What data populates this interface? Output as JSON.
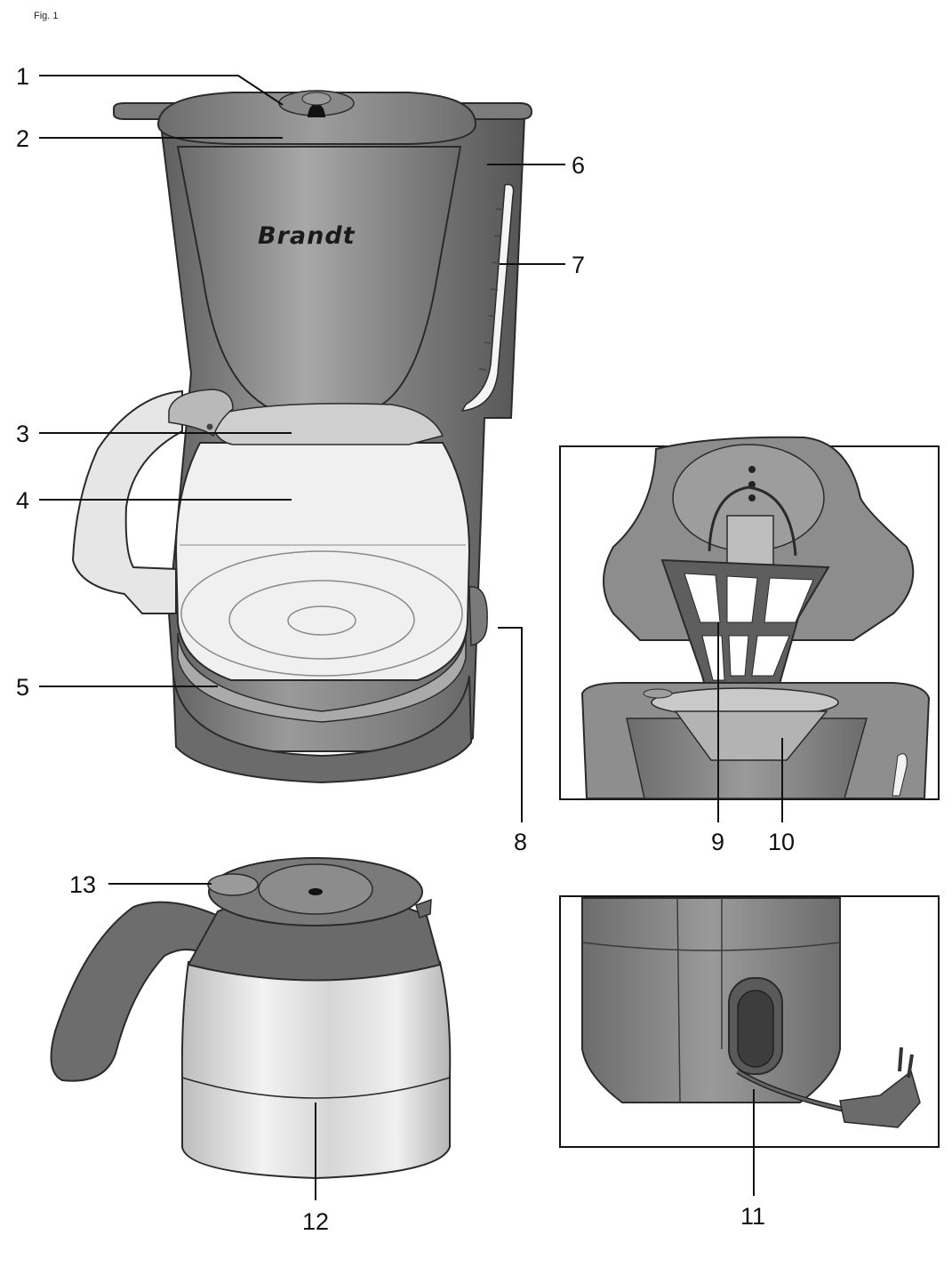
{
  "figure_label": "Fig. 1",
  "brand_name": "Brandt",
  "callouts": {
    "c1": "1",
    "c2": "2",
    "c3": "3",
    "c4": "4",
    "c5": "5",
    "c6": "6",
    "c7": "7",
    "c8": "8",
    "c9": "9",
    "c10": "10",
    "c11": "11",
    "c12": "12",
    "c13": "13"
  },
  "colors": {
    "body_dark": "#6e6e6e",
    "body_mid": "#8c8c8c",
    "body_light": "#b4b4b4",
    "glass": "#ececec",
    "steel": "#d2d2d2",
    "outline": "#2a2a2a"
  }
}
